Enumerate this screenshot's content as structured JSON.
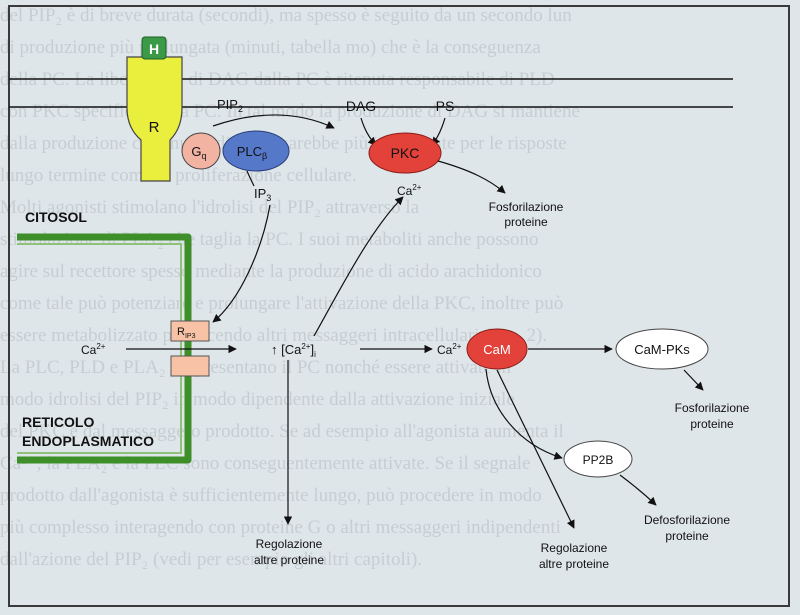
{
  "labels": {
    "hormone": "H",
    "receptor": "R",
    "gq": "G",
    "gq_sub": "q",
    "plc": "PLC",
    "plc_sub": "β",
    "pip2": "PIP",
    "pip2_sub": "2",
    "dag": "DAG",
    "ps": "PS",
    "pkc": "PKC",
    "ip3": "IP",
    "ip3_sub": "3",
    "ca_from_pkc": "Ca",
    "ca_sup": "2+",
    "fosfo_1a": "Fosforilazione",
    "fosfo_1b": "proteine",
    "citosol": "CITOSOL",
    "rip3": "R",
    "rip3_sub": "IP3",
    "ca_er": "Ca",
    "ca_i_prefix": "↑ [Ca",
    "ca_i_suffix": "]",
    "ca_i_sub": "i",
    "ca_cam": "Ca",
    "cam": "CaM",
    "campks": "CaM-PKs",
    "reticolo_1": "RETICOLO",
    "reticolo_2": "ENDOPLASMATICO",
    "fosfo_2a": "Fosforilazione",
    "fosfo_2b": "proteine",
    "pp2b": "PP2B",
    "defosfo_a": "Defosforilazione",
    "defosfo_b": "proteine",
    "reg1_a": "Regolazione",
    "reg1_b": "altre proteine",
    "reg2_a": "Regolazione",
    "reg2_b": "altre proteine"
  },
  "background_text": [
    "del PIP₂ è di breve durata (secondi), ma spesso è seguito da un secondo lun",
    "di produzione più prolungata (minuti, tabella mo) che è la conseguenza",
    "della PC. La liberazione di DAG dalla PC è ritenuta responsabile di PLD",
    "con PKC specifica per la PC. In tal modo la produzione di DAG si mantiene",
    "dalla produzione continuata di DAG sarebbe più importante per le risposte",
    "lungo termine come la proliferazione cellulare.",
    "Molti agonisti stimolano l'idrolisi del PIP₂ attraverso la",
    "stimolazione di PLA₂ che taglia la PC. I suoi metaboliti anche possono",
    "agire sul recettore spesso mediante la produzione di acido arachidonico",
    "come tale può potenziare e prolungare l'attivazione della PKC, inoltre può",
    "essere metabolizzato producendo altri messaggeri intracellulari (cap. 2).",
    "La PLC, PLD e PLA₂ rappresentano il PC nonché essere attivate in",
    "modo idrolisi del PIP₂ in modo dipendente dalla attivazione iniziale",
    "del PKC e dal messaggero prodotto. Se ad esempio all'agonista aumenta il",
    "Ca²⁺, la PLA₂ e la PLC sono conseguentemente attivate. Se il segnale",
    "prodotto dall'agonista è sufficientemente lungo, può procedere in modo",
    "più complesso interagendo con proteine G o altri messaggeri indipendenti",
    "dall'azione del PIP₂ (vedi per esempio gli altri capitoli)."
  ],
  "colors": {
    "frame": "#3a3a3a",
    "er_green": "#3e8f2a",
    "receptor_yellow": "#e9ef3c",
    "hormone_green": "#3a9a46",
    "gq_pink": "#f3b3a3",
    "plc_blue": "#5678c8",
    "pkc_red": "#e2423a",
    "cam_red": "#e2423a",
    "channel_pink": "#f7c2a5"
  }
}
